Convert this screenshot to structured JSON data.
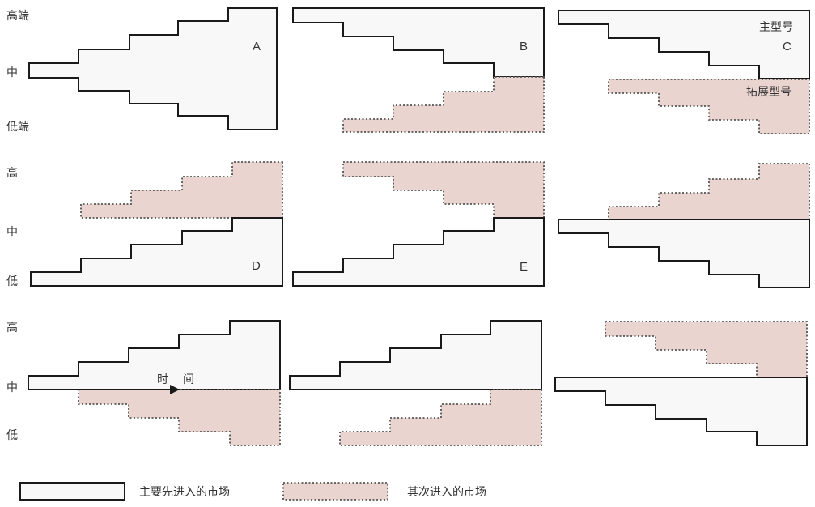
{
  "axis_labels": {
    "row1": {
      "high": "高端",
      "mid": "中",
      "low": "低端"
    },
    "row2": {
      "high": "高",
      "mid": "中",
      "low": "低"
    },
    "row3": {
      "high": "高",
      "mid": "中",
      "low": "低"
    }
  },
  "panel_labels": {
    "a": "A",
    "b": "B",
    "c": "C",
    "c_main": "主型号",
    "c_ext": "拓展型号",
    "d": "D",
    "e": "E"
  },
  "time_axis": {
    "t1": "时",
    "t2": "间"
  },
  "legend": {
    "primary_label": "主要先进入的市场",
    "secondary_label": "其次进入的市场"
  },
  "colors": {
    "primary_fill": "#f8f8f8",
    "secondary_fill": "#ead4d0",
    "outline": "#1a1a1a"
  }
}
